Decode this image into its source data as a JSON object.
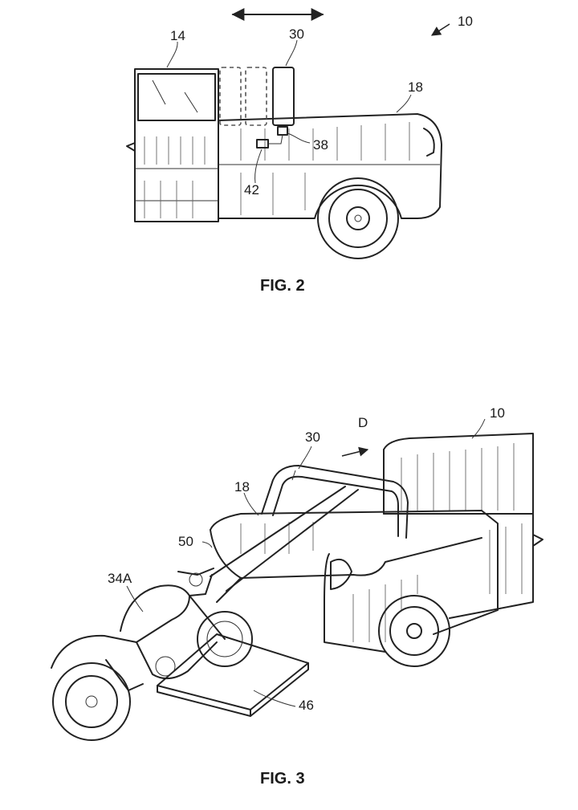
{
  "figures": [
    {
      "caption": "FIG. 2",
      "refs": [
        "10",
        "14",
        "30",
        "18",
        "38",
        "42"
      ]
    },
    {
      "caption": "FIG. 3",
      "refs": [
        "D",
        "10",
        "30",
        "18",
        "50",
        "34A",
        "46"
      ]
    }
  ]
}
